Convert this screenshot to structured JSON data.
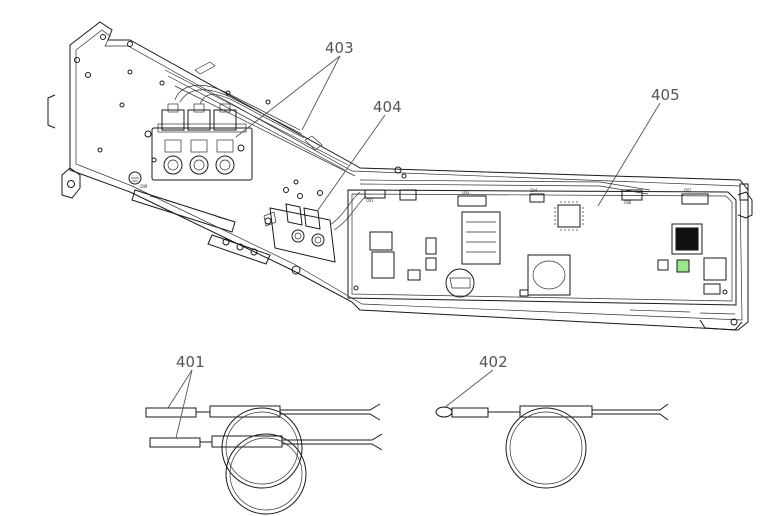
{
  "labels": {
    "part_401": "401",
    "part_402": "402",
    "part_403": "403",
    "part_404": "404",
    "part_405": "405"
  },
  "colors": {
    "line": "#1a1a1a",
    "callout": "#555555",
    "highlight_led": "#9be58a",
    "background": "#ffffff"
  }
}
